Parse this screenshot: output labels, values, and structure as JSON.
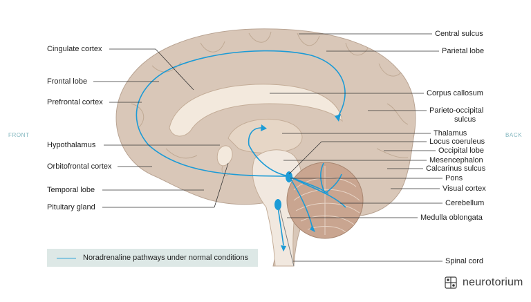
{
  "labels_left": [
    {
      "id": "cingulate",
      "text": "Cingulate cortex"
    },
    {
      "id": "frontal",
      "text": "Frontal lobe"
    },
    {
      "id": "prefrontal",
      "text": "Prefrontal cortex"
    },
    {
      "id": "hypothalamus",
      "text": "Hypothalamus"
    },
    {
      "id": "orbitofrontal",
      "text": "Orbitofrontal cortex"
    },
    {
      "id": "temporal",
      "text": "Temporal lobe"
    },
    {
      "id": "pituitary",
      "text": "Pituitary gland"
    }
  ],
  "labels_right": [
    {
      "id": "central",
      "text": "Central sulcus"
    },
    {
      "id": "parietal",
      "text": "Parietal lobe"
    },
    {
      "id": "corpus",
      "text": "Corpus callosum"
    },
    {
      "id": "parieto1",
      "text": "Parieto-occipital"
    },
    {
      "id": "parieto2",
      "text": "sulcus"
    },
    {
      "id": "thalamus",
      "text": "Thalamus"
    },
    {
      "id": "locus",
      "text": "Locus coeruleus"
    },
    {
      "id": "occipital",
      "text": "Occipital lobe"
    },
    {
      "id": "mesencephalon",
      "text": "Mesencephalon"
    },
    {
      "id": "calcarinus",
      "text": "Calcarinus sulcus"
    },
    {
      "id": "pons",
      "text": "Pons"
    },
    {
      "id": "visual",
      "text": "Visual cortex"
    },
    {
      "id": "cerebellum",
      "text": "Cerebellum"
    },
    {
      "id": "medulla",
      "text": "Medulla oblongata"
    },
    {
      "id": "spinal",
      "text": "Spinal cord"
    }
  ],
  "directions": {
    "front": "FRONT",
    "back": "BACK"
  },
  "legend": {
    "text": "Noradrenaline pathways under normal conditions"
  },
  "brand": {
    "name": "neurotorium"
  },
  "colors": {
    "brain": "#d9c7b8",
    "brain_outline": "#b9a493",
    "inner": "#f3e9dd",
    "cerebellum": "#c9a590",
    "pathway": "#1c9bd6",
    "leader": "#333333",
    "direction_text": "#7fb5bd",
    "legend_bg": "#dde8e6"
  }
}
